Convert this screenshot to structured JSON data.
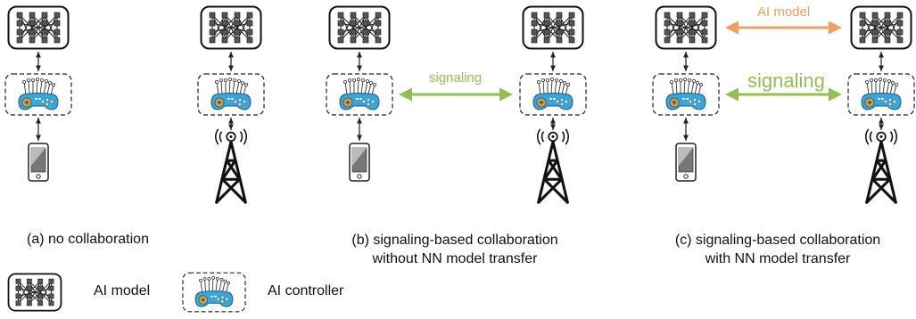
{
  "captions": {
    "a": "(a) no collaboration",
    "b_line1": "(b) signaling-based collaboration",
    "b_line2": "without NN model transfer",
    "c_line1": "(c) signaling-based collaboration",
    "c_line2": "with NN model transfer"
  },
  "labels": {
    "signaling_b": "signaling",
    "signaling_c": "signaling",
    "ai_model_arrow": "AI model"
  },
  "legend": {
    "ai_model": "AI model",
    "ai_controller": "AI controller"
  },
  "colors": {
    "signaling": "#92c050",
    "ai_model_arrow": "#f0a060",
    "controller_body": "#3aa5d8",
    "controller_button": "#f0a030",
    "line": "#222222"
  }
}
